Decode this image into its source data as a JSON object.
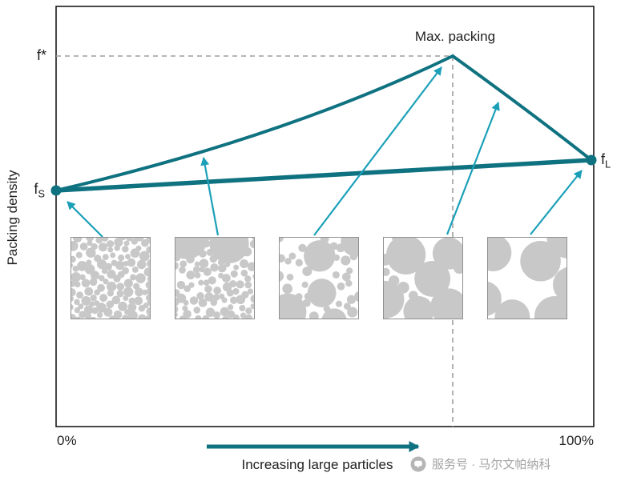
{
  "figure": {
    "y_axis_label": "Packing density",
    "x_tick_left": "0%",
    "x_tick_right": "100%",
    "x_arrow_label": "Increasing large particles",
    "max_packing_label": "Max. packing",
    "f_star": "f*",
    "f_small": {
      "base": "f",
      "sub": "S"
    },
    "f_large": {
      "base": "f",
      "sub": "L"
    }
  },
  "watermark": {
    "icon": "wechat-official-account-icon",
    "text": "服务号 · 马尔文帕纳科"
  },
  "colors": {
    "line_teal": "#0f7280",
    "arrow_cyan": "#1ba0b8",
    "particle_gray": "#c8c8c8",
    "dashed_gray": "#9e9e9e",
    "axis_black": "#1a1a1a",
    "text_dark": "#1f1f1f",
    "watermark_gray": "#a3a3a3"
  },
  "particle_squares": [
    {
      "label": "all small particles",
      "large_count": 0,
      "small_count": 120,
      "small_radius": [
        3.5,
        6.5
      ]
    },
    {
      "label": "small with few large",
      "large_count": 2,
      "small_count": 85,
      "large_radius": [
        20,
        26
      ],
      "small_radius": [
        3.5,
        6
      ]
    },
    {
      "label": "mixed small and large",
      "large_count": 5,
      "small_count": 32,
      "large_radius": [
        16,
        24
      ],
      "small_radius": [
        4,
        7
      ]
    },
    {
      "label": "mostly large particles",
      "large_count": 6,
      "small_count": 8,
      "large_radius": [
        19,
        27
      ],
      "small_radius": [
        5,
        8
      ]
    },
    {
      "label": "all large particles",
      "large_count": 7,
      "small_count": 0,
      "large_radius": [
        22,
        30
      ],
      "large_edge_pad": 8
    }
  ],
  "chart_data": {
    "type": "line",
    "title": "",
    "xlabel": "Increasing large particles",
    "ylabel": "Packing density",
    "x_ticks": [
      "0%",
      "100%"
    ],
    "x_range_percent": [
      0,
      100
    ],
    "schematic": true,
    "grid": false,
    "legend": "none",
    "series": [
      {
        "name": "rising branch (adding large particles to small)",
        "points": [
          {
            "x_pct": 0,
            "y": "fS"
          },
          {
            "x_pct": 74,
            "y": "f* (Max. packing)"
          }
        ]
      },
      {
        "name": "falling branch (toward pure large particles)",
        "points": [
          {
            "x_pct": 74,
            "y": "f* (Max. packing)"
          },
          {
            "x_pct": 100,
            "y": "fL"
          }
        ]
      },
      {
        "name": "baseline fS to fL",
        "points": [
          {
            "x_pct": 0,
            "y": "fS"
          },
          {
            "x_pct": 100,
            "y": "fL"
          }
        ]
      }
    ],
    "annotations": [
      {
        "text": "Max. packing",
        "at": "peak of curve (~74% large particles)"
      },
      {
        "text": "f*",
        "at": "y-axis, height of maximum packing, dashed guide lines"
      },
      {
        "text": "fS",
        "at": "left endpoint, packing density of pure small particles"
      },
      {
        "text": "fL",
        "at": "right endpoint, packing density of pure large particles"
      }
    ]
  }
}
